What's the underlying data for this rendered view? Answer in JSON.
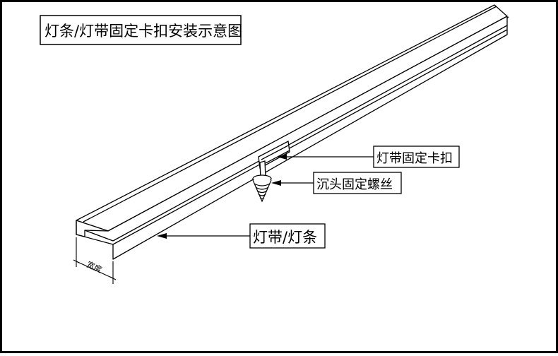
{
  "title": "灯条/灯带固定卡扣安装示意图",
  "labels": {
    "clip": "灯带固定卡扣",
    "screw": "沉头固定螺丝",
    "strip": "灯带/灯条",
    "width": "宽度"
  },
  "colors": {
    "line": "#000000",
    "background": "#ffffff"
  }
}
